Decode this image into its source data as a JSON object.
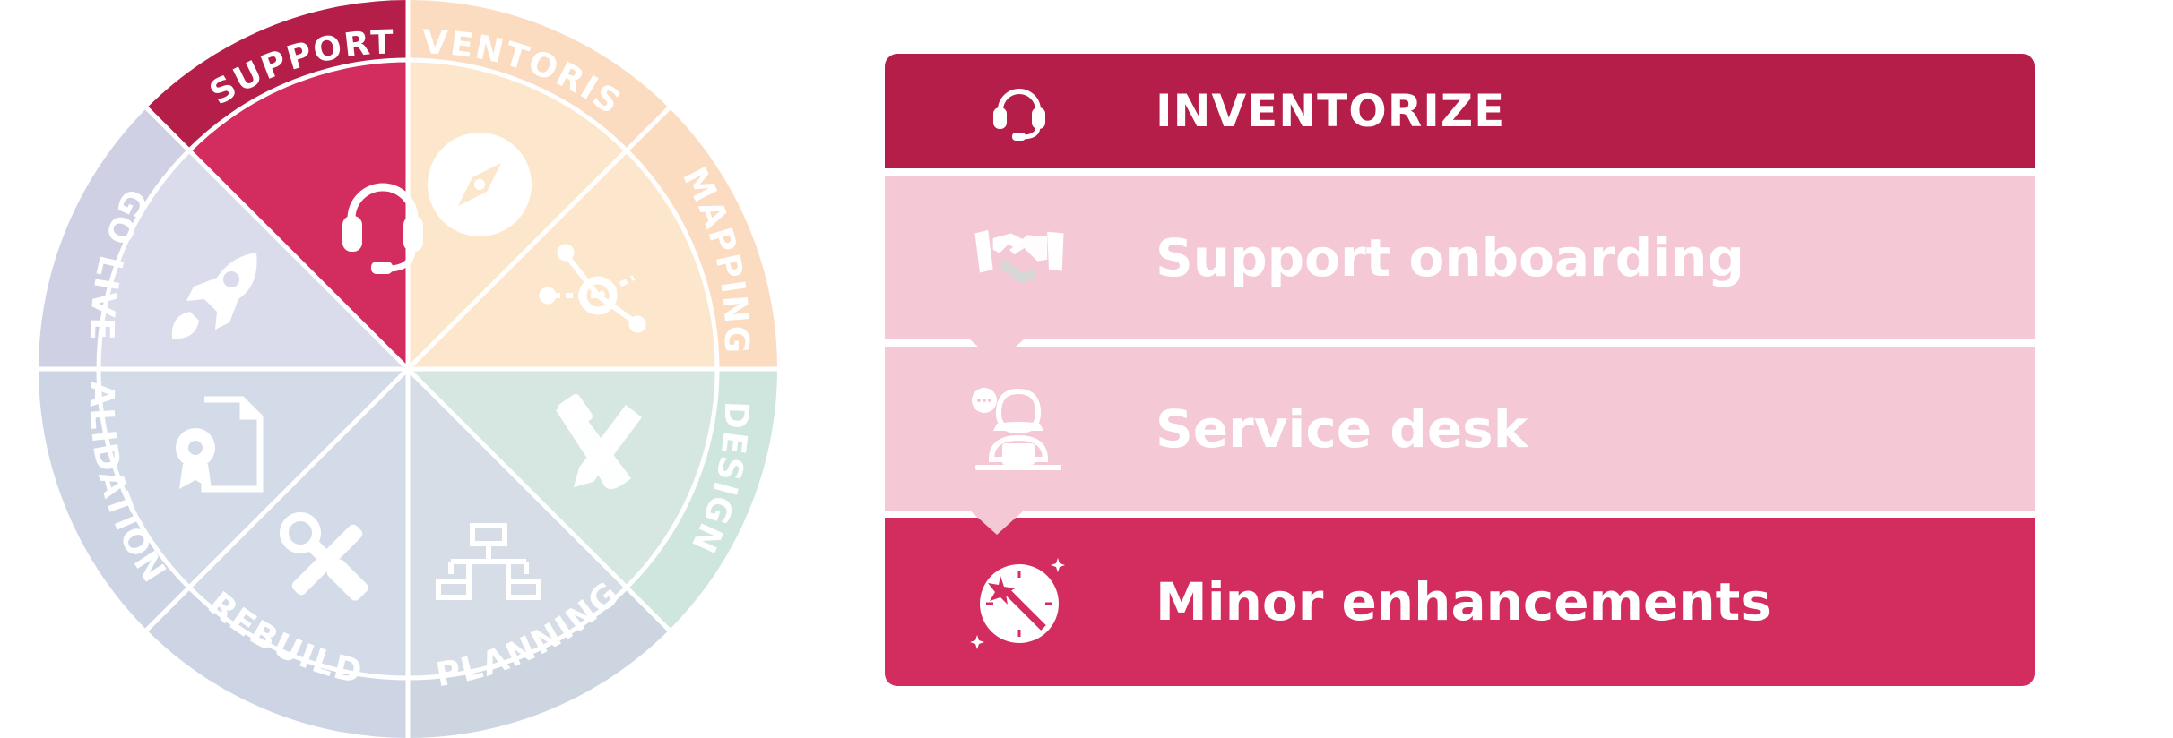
{
  "wheel": {
    "segments": [
      {
        "label": "SUPPORT",
        "color": "#d32d5f",
        "ring_color": "#b51e49",
        "icon": "headset-icon",
        "active": true
      },
      {
        "label": "INVENTORISE",
        "color": "#fce7cd",
        "ring_color": "#fbdcc1",
        "icon": "compass-icon"
      },
      {
        "label": "MAPPING",
        "color": "#fce7cd",
        "ring_color": "#fbdcc1",
        "icon": "network-nodes-icon"
      },
      {
        "label": "DESIGN",
        "color": "#d6e7e1",
        "ring_color": "#cfe6df",
        "icon": "pencil-ruler-icon"
      },
      {
        "label": "PLANNING",
        "color": "#d7dde6",
        "ring_color": "#cdd5e1",
        "icon": "sitemap-icon"
      },
      {
        "label": "REBUILD",
        "color": "#d3dbe9",
        "ring_color": "#cdd5e5",
        "icon": "wrench-screwdriver-icon"
      },
      {
        "label": "VALIDATION",
        "color": "#d3dbe9",
        "ring_color": "#cdd5e5",
        "icon": "certificate-document-icon"
      },
      {
        "label": "GO LIVE",
        "color": "#dadbeb",
        "ring_color": "#cfd0e4",
        "icon": "rocket-icon"
      }
    ]
  },
  "panel": {
    "header": {
      "label": "INVENTORIZE",
      "icon": "headset-icon",
      "color": "#b51e49"
    },
    "items": [
      {
        "label": "Support onboarding",
        "icon": "handshake-icon",
        "color": "#f4c9d5"
      },
      {
        "label": "Service desk",
        "icon": "service-agent-icon",
        "color": "#f4c9d5"
      },
      {
        "label": "Minor enhancements",
        "icon": "magic-wand-icon",
        "color": "#d32d5f"
      }
    ]
  }
}
